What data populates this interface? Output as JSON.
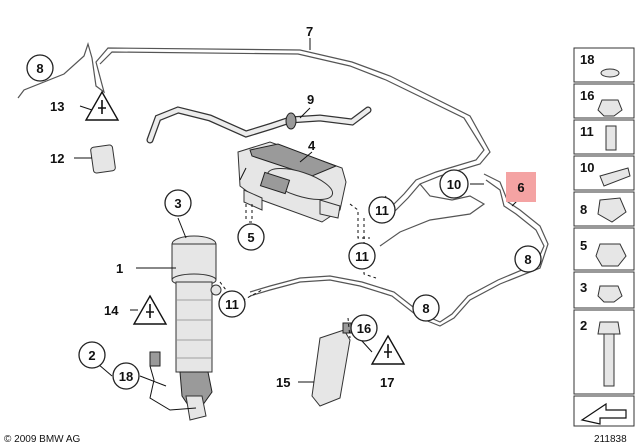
{
  "callouts": {
    "c1": "1",
    "c2": "2",
    "c3": "3",
    "c4": "4",
    "c5": "5",
    "c6": "6",
    "c7": "7",
    "c8a": "8",
    "c8b": "8",
    "c8c": "8",
    "c9": "9",
    "c10": "10",
    "c11a": "11",
    "c11b": "11",
    "c11c": "11",
    "c12": "12",
    "c13": "13",
    "c14": "14",
    "c15": "15",
    "c16": "16",
    "c17": "17",
    "c18": "18"
  },
  "highlight": {
    "color": "#f4a3a3",
    "label": "6"
  },
  "side_panel": {
    "items": [
      {
        "label": "18",
        "icon": "washer-icon"
      },
      {
        "label": "16",
        "icon": "hex-nut-icon"
      },
      {
        "label": "11",
        "icon": "push-fitting-icon"
      },
      {
        "label": "10",
        "icon": "hose-clip-icon"
      },
      {
        "label": "8",
        "icon": "rubber-mount-icon"
      },
      {
        "label": "5",
        "icon": "collar-nut-icon"
      },
      {
        "label": "3",
        "icon": "flange-nut-icon"
      },
      {
        "label": "2",
        "icon": "bolt-icon"
      }
    ],
    "bottom_icon": "arrow-icon"
  },
  "footer": {
    "copyright": "© 2009 BMW AG",
    "diagram_number": "211838"
  }
}
